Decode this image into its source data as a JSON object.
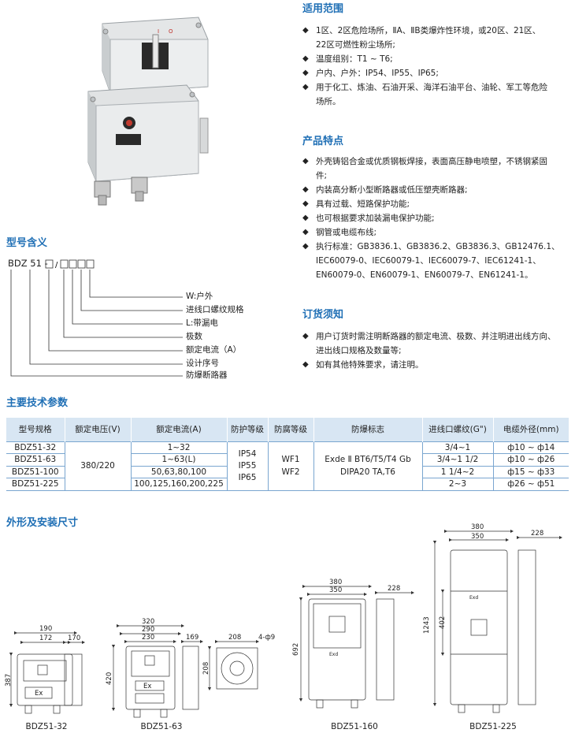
{
  "sections": {
    "scope_title": "适用范围",
    "features_title": "产品特点",
    "order_title": "订货须知",
    "model_title": "型号含义",
    "specs_title": "主要技术参数",
    "dims_title": "外形及安装尺寸"
  },
  "scope_items": [
    "1区、2区危险场所，ⅡA、ⅡB类爆炸性环境，或20区、21区、",
    "22区可燃性粉尘场所;",
    "温度组别：T1 ~ T6;",
    "户内、户外：IP54、IP55、IP65;",
    "用于化工、炼油、石油开采、海洋石油平台、油轮、军工等危险",
    "场所。"
  ],
  "feature_items": [
    "外壳铸铝合金或优质钢板焊接，表面高压静电喷塑，不锈钢紧固",
    "件;",
    "内装高分断小型断路器或低压塑壳断路器;",
    "具有过载、短路保护功能;",
    "也可根据要求加装漏电保护功能;",
    "钢管或电缆布线;",
    "执行标准：GB3836.1、GB3836.2、GB3836.3、GB12476.1、",
    "IEC60079-0、IEC60079-1、IEC60079-7、IEC61241-1、",
    "EN60079-0、EN60079-1、EN60079-7、EN61241-1。"
  ],
  "order_items": [
    "用户订货时需注明断路器的额定电流、极数、并注明进出线方向、",
    "进出线口规格及数量等;",
    "如有其他特殊要求，请注明。"
  ],
  "model": {
    "code_prefix": "BDZ 51 -",
    "sep": "/",
    "labels": [
      "W:户外",
      "进线口螺纹规格",
      "L:带漏电",
      "极数",
      "额定电流（A）",
      "设计序号",
      "防爆断路器"
    ]
  },
  "photo": {
    "handle_mark": "I",
    "off_mark": "O"
  },
  "table": {
    "headers": [
      "型号规格",
      "额定电压(V)",
      "额定电流(A)",
      "防护等级",
      "防腐等级",
      "防爆标志",
      "进线口螺纹(G\")",
      "电缆外径(mm)"
    ],
    "models": [
      "BDZ51-32",
      "BDZ51-63",
      "BDZ51-100",
      "BDZ51-225"
    ],
    "voltage": "380/220",
    "currents": [
      "1~32",
      "1~63(L)",
      "50,63,80,100",
      "100,125,160,200,225"
    ],
    "ip": [
      "IP54",
      "IP55",
      "IP65"
    ],
    "wf": [
      "WF1",
      "WF2"
    ],
    "ex": [
      "Exde Ⅱ BT6/T5/T4 Gb",
      "DIPA20 TA,T6"
    ],
    "threads": [
      "3/4~1",
      "3/4~1 1/2",
      "1 1/4~2",
      "2~3"
    ],
    "cables": [
      "ф10 ~ ф14",
      "ф10 ~ ф26",
      "ф15 ~ ф33",
      "ф26 ~ ф51"
    ]
  },
  "dims": {
    "bdz32": {
      "caption": "BDZ51-32",
      "w1": "190",
      "w2": "172",
      "h": "387",
      "side": "170",
      "ex": "Ex"
    },
    "bdz63": {
      "caption": "BDZ51-63",
      "w1": "320",
      "w2": "290",
      "w3": "230",
      "h": "420",
      "side": "169",
      "bw": "208",
      "bh": "208",
      "holes": "4-ф9",
      "ex": "Ex"
    },
    "bdz160": {
      "caption": "BDZ51-160",
      "w1": "380",
      "w2": "350",
      "h": "692",
      "side": "228",
      "exd": "Exd"
    },
    "bdz225": {
      "caption": "BDZ51-225",
      "w1": "380",
      "w2": "350",
      "h1": "1243",
      "h2": "402",
      "side": "228",
      "exd": "Exd"
    }
  }
}
